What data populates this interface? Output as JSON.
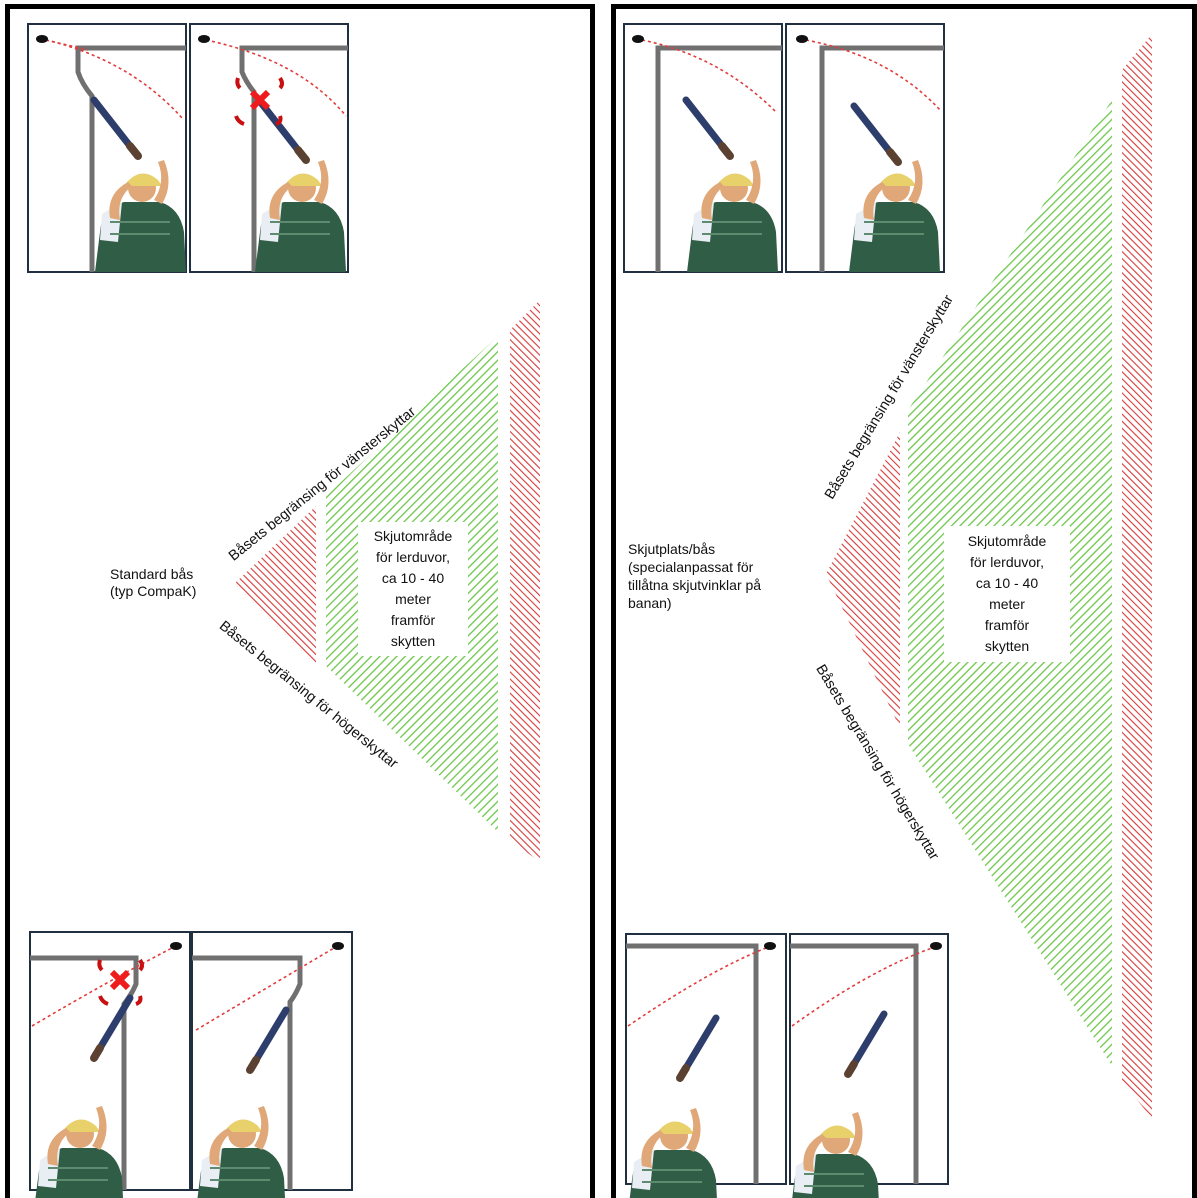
{
  "colors": {
    "frame": "#000000",
    "booth": "#707070",
    "photo_border": "#203040",
    "safe_zone": "#6cc64a",
    "danger_zone": "#d83a3a",
    "trajectory": "#e23c3c",
    "cross": "#ee1c1c"
  },
  "icons": [
    "shooter-photo",
    "clay-target-icon",
    "trajectory-line",
    "error-cross-icon"
  ],
  "left": {
    "booth_label": "Standard bås\n(typ CompaK)",
    "zone_label": "Skjutområde\nför lerduvor,\nca 10 - 40\nmeter\nframför\nskytten",
    "left_limit_label": "Båsets begränsing för vänsterskyttar",
    "right_limit_label": "Båsets begränsing för högerskyttar"
  },
  "right": {
    "booth_label": "Skjutplats/bås\n(specialanpassat för\ntillåtna skjutvinklar på\nbanan)",
    "zone_label": "Skjutområde\nför lerduvor,\nca 10 - 40\nmeter\nframför\nskytten",
    "left_limit_label": "Båsets begränsing för vänsterskyttar",
    "right_limit_label": "Båsets begränsing för högerskyttar"
  }
}
